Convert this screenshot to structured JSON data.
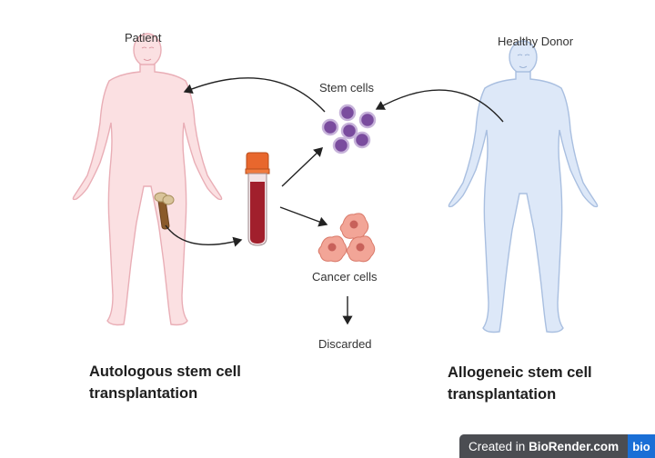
{
  "labels": {
    "patient": "Patient",
    "donor": "Healthy Donor",
    "stem_cells": "Stem cells",
    "cancer_cells": "Cancer cells",
    "discarded": "Discarded"
  },
  "titles": {
    "autologous_line1": "Autologous stem cell",
    "autologous_line2": "transplantation",
    "allogeneic_line1": "Allogeneic stem cell",
    "allogeneic_line2": "transplantation"
  },
  "badge": {
    "prefix": "Created in",
    "brand": "BioRender.com",
    "logo": "bio"
  },
  "colors": {
    "patient_skin": "#fbe0e2",
    "patient_outline": "#e9aeb6",
    "donor_skin": "#dde8f8",
    "donor_outline": "#a9bfe0",
    "stem_cell": "#7a4c9e",
    "cancer_cell": "#f2a597",
    "blood": "#a11f2c",
    "tube_cap": "#e8672d"
  }
}
